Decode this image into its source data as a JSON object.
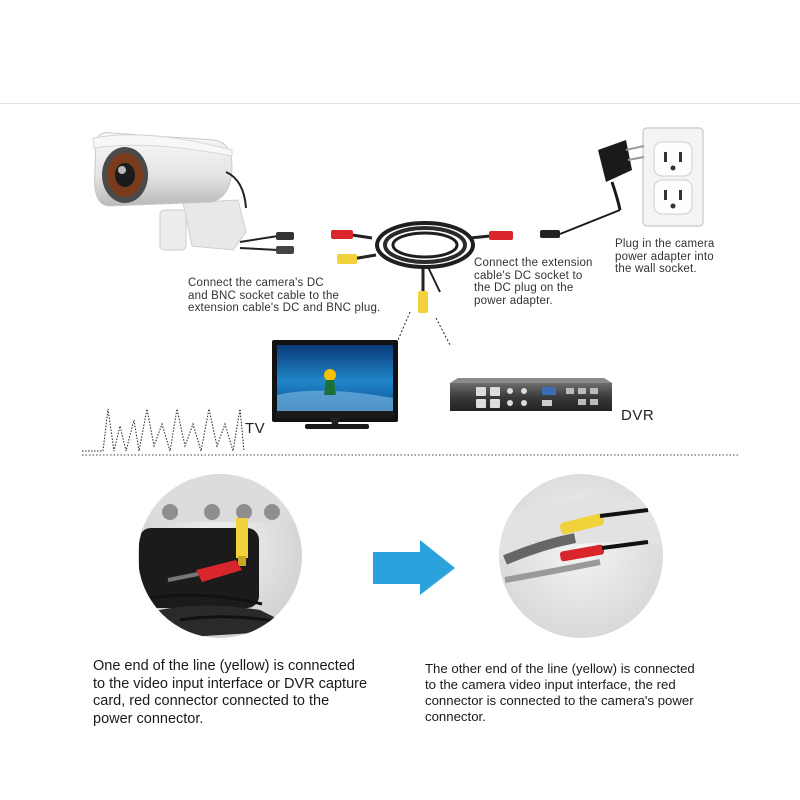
{
  "captions": {
    "camera": [
      "Connect the camera's DC",
      "and BNC socket cable to the",
      "extension cable's DC and BNC plug."
    ],
    "extension": [
      "Connect the extension",
      "cable's DC socket to",
      "the DC plug on the",
      "power adapter."
    ],
    "wall": [
      "Plug in the camera",
      "power adapter into",
      "the wall socket."
    ]
  },
  "devices": {
    "tv_label": "TV",
    "dvr_label": "DVR"
  },
  "steps": {
    "left": [
      "One end of the line (yellow) is connected",
      "to the video input interface or DVR capture",
      "card, red connector connected to the",
      "power connector."
    ],
    "right": [
      "The other end of the line (yellow) is connected",
      "to the camera video input interface, the red",
      "connector is connected to the camera's power",
      "connector."
    ]
  },
  "colors": {
    "accent_arrow": "#2aa3dc",
    "yellow_plug": "#f1d23a",
    "red_plug": "#d8262c",
    "cable": "#1f1f1f"
  },
  "icons": {
    "camera": "bullet-camera-icon",
    "outlet": "wall-outlet-icon",
    "adapter": "power-adapter-icon",
    "cable": "cable-coil-icon",
    "tv": "tv-icon",
    "dvr": "dvr-icon",
    "arrow": "right-arrow-icon"
  }
}
